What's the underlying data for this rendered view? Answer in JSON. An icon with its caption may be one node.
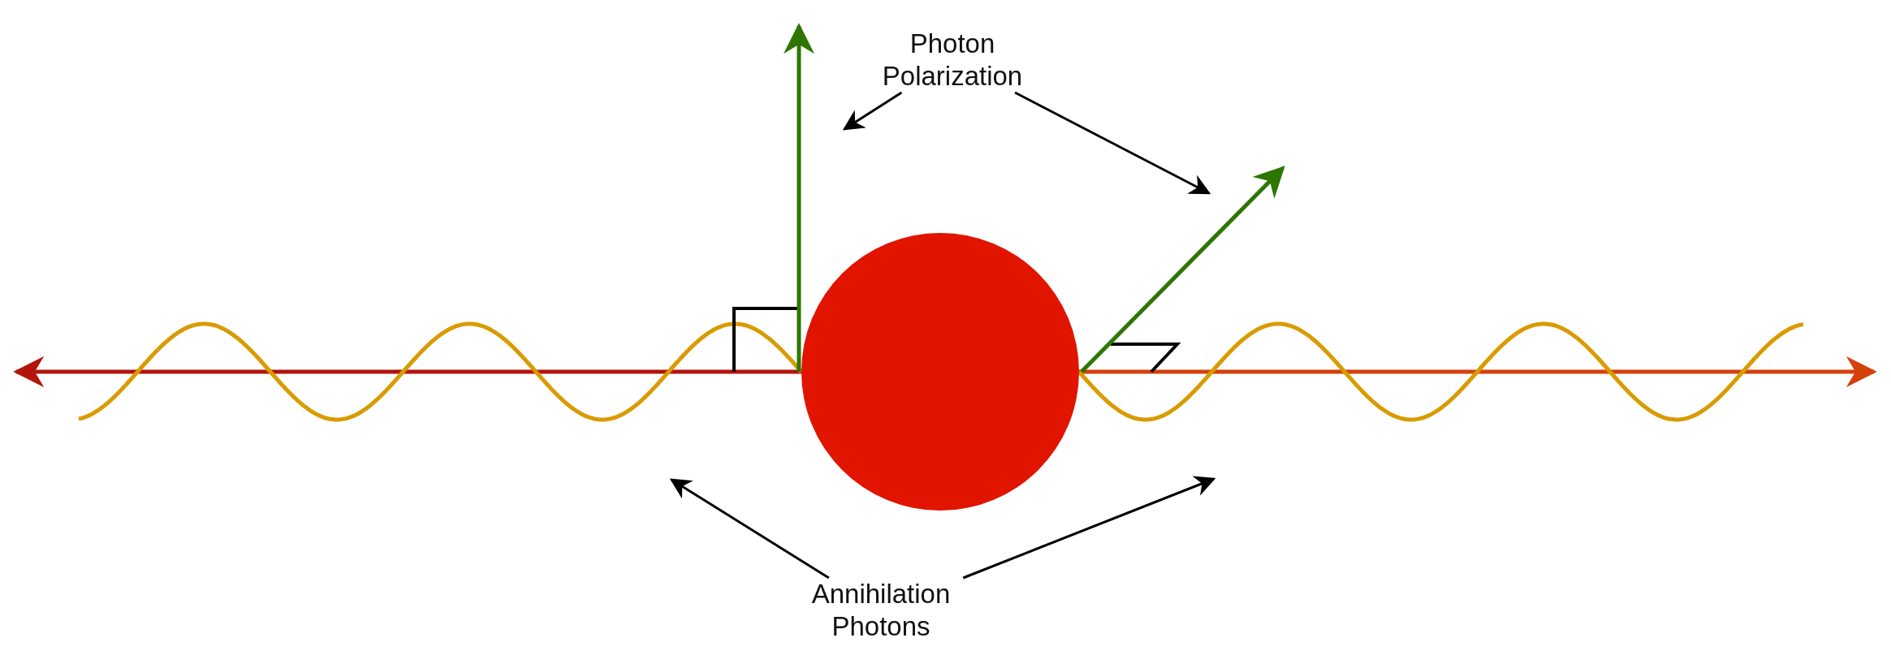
{
  "diagram": {
    "nodes": [
      {
        "text": [
          "Photon Polarization"
        ]
      },
      {
        "text": [
          "Annihilation Photons"
        ]
      }
    ],
    "edges": [
      {
        "from": 0,
        "to": null,
        "arrow": "to"
      },
      {
        "from": 0,
        "to": null,
        "arrow": "to"
      },
      {
        "from": 1,
        "to": null,
        "arrow": "to"
      },
      {
        "from": 1,
        "to": null,
        "arrow": "to"
      }
    ]
  }
}
